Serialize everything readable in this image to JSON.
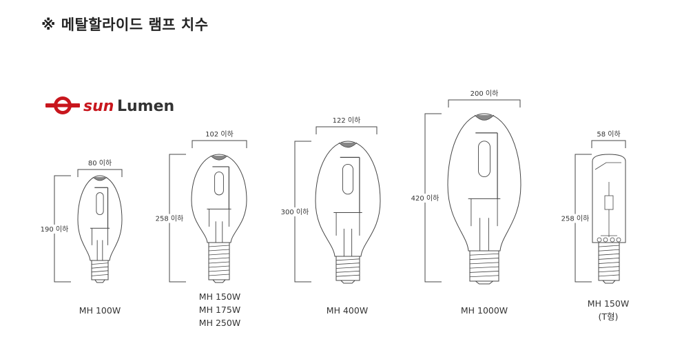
{
  "title": "※ 메탈할라이드 램프 치수",
  "brand": {
    "name": "sunLumen",
    "color": "#c8161d",
    "text_color": "#333333"
  },
  "line_color": "#444444",
  "lamps": [
    {
      "id": "mh100",
      "width_label": "80 이하",
      "height_label": "190 이하",
      "models": [
        "MH 100W"
      ]
    },
    {
      "id": "mh150",
      "width_label": "102 이하",
      "height_label": "258 이하",
      "models": [
        "MH 150W",
        "MH 175W",
        "MH 250W"
      ]
    },
    {
      "id": "mh400",
      "width_label": "122 이하",
      "height_label": "300 이하",
      "models": [
        "MH 400W"
      ]
    },
    {
      "id": "mh1000",
      "width_label": "200 이하",
      "height_label": "420 이하",
      "models": [
        "MH 1000W"
      ]
    },
    {
      "id": "mh150t",
      "width_label": "58 이하",
      "height_label": "258 이하",
      "models": [
        "MH 150W",
        "(T형)"
      ]
    }
  ]
}
